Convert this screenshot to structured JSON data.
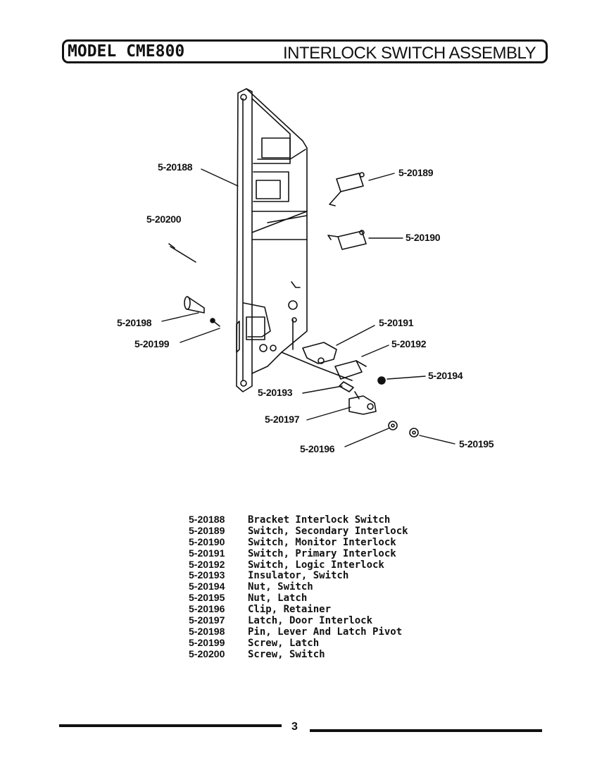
{
  "header": {
    "model": "MODEL CME800",
    "title": "INTERLOCK SWITCH ASSEMBLY"
  },
  "callouts": {
    "c20188": "5-20188",
    "c20189": "5-20189",
    "c20200": "5-20200",
    "c20190": "5-20190",
    "c20198": "5-20198",
    "c20199": "5-20199",
    "c20191": "5-20191",
    "c20192": "5-20192",
    "c20194": "5-20194",
    "c20193": "5-20193",
    "c20197": "5-20197",
    "c20196": "5-20196",
    "c20195": "5-20195"
  },
  "parts": [
    {
      "number": "5-20188",
      "description": "Bracket Interlock Switch"
    },
    {
      "number": "5-20189",
      "description": "Switch, Secondary Interlock"
    },
    {
      "number": "5-20190",
      "description": "Switch, Monitor Interlock"
    },
    {
      "number": "5-20191",
      "description": "Switch, Primary Interlock"
    },
    {
      "number": "5-20192",
      "description": "Switch, Logic Interlock"
    },
    {
      "number": "5-20193",
      "description": "Insulator, Switch"
    },
    {
      "number": "5-20194",
      "description": "Nut, Switch"
    },
    {
      "number": "5-20195",
      "description": "Nut, Latch"
    },
    {
      "number": "5-20196",
      "description": "Clip, Retainer"
    },
    {
      "number": "5-20197",
      "description": "Latch, Door Interlock"
    },
    {
      "number": "5-20198",
      "description": "Pin, Lever And Latch Pivot"
    },
    {
      "number": "5-20199",
      "description": "Screw, Latch"
    },
    {
      "number": "5-20200",
      "description": "Screw, Switch"
    }
  ],
  "footer": {
    "page_number": "3"
  }
}
